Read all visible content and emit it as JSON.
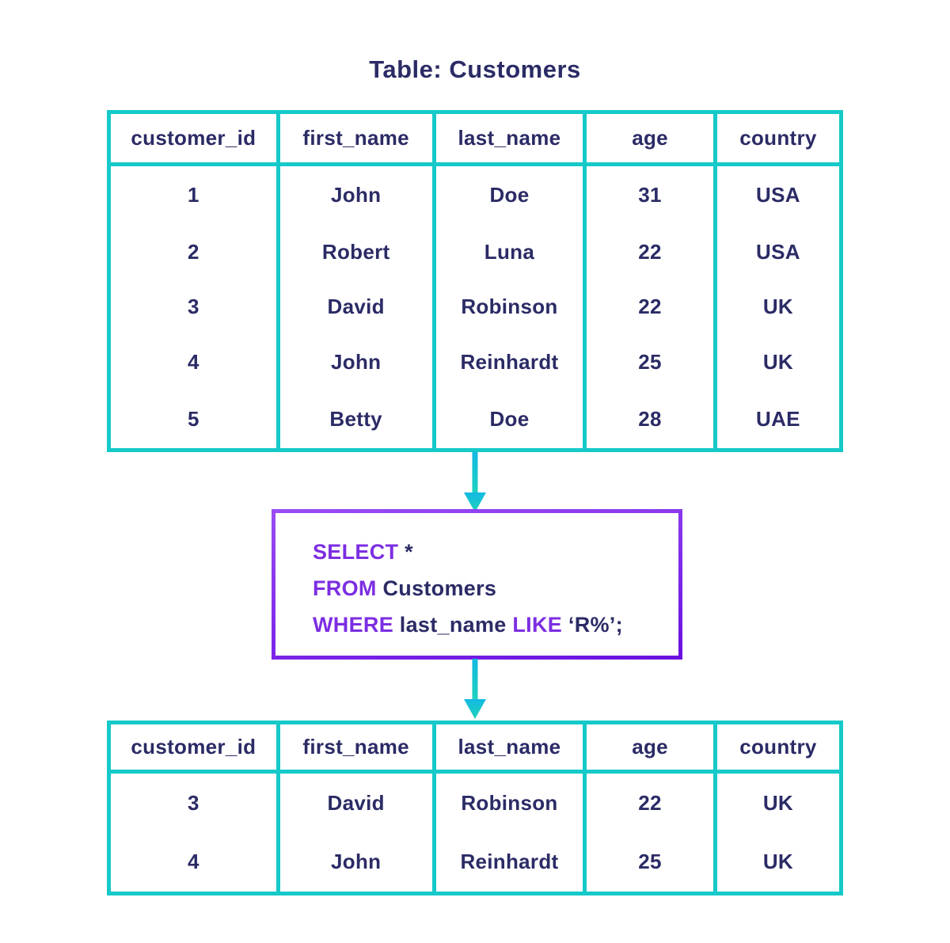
{
  "title": "Table: Customers",
  "colors": {
    "table_border": "#16c9c9",
    "text_navy": "#2b2b66",
    "keyword_purple": "#7c2ee2",
    "box_border_top": "#9a4cf5",
    "box_border_bottom": "#6b10e0",
    "arrow_top": "#13b9e2",
    "arrow_bottom": "#1ed2bb"
  },
  "source_table": {
    "headers": [
      "customer_id",
      "first_name",
      "last_name",
      "age",
      "country"
    ],
    "rows": [
      [
        "1",
        "John",
        "Doe",
        "31",
        "USA"
      ],
      [
        "2",
        "Robert",
        "Luna",
        "22",
        "USA"
      ],
      [
        "3",
        "David",
        "Robinson",
        "22",
        "UK"
      ],
      [
        "4",
        "John",
        "Reinhardt",
        "25",
        "UK"
      ],
      [
        "5",
        "Betty",
        "Doe",
        "28",
        "UAE"
      ]
    ]
  },
  "sql_query": {
    "lines": [
      [
        {
          "t": "SELECT",
          "k": true
        },
        {
          "t": " *",
          "k": false
        }
      ],
      [
        {
          "t": "FROM",
          "k": true
        },
        {
          "t": " Customers",
          "k": false
        }
      ],
      [
        {
          "t": "WHERE",
          "k": true
        },
        {
          "t": " last_name ",
          "k": false
        },
        {
          "t": "LIKE",
          "k": true
        },
        {
          "t": " ‘R%’;",
          "k": false
        }
      ]
    ]
  },
  "result_table": {
    "headers": [
      "customer_id",
      "first_name",
      "last_name",
      "age",
      "country"
    ],
    "rows": [
      [
        "3",
        "David",
        "Robinson",
        "22",
        "UK"
      ],
      [
        "4",
        "John",
        "Reinhardt",
        "25",
        "UK"
      ]
    ]
  }
}
